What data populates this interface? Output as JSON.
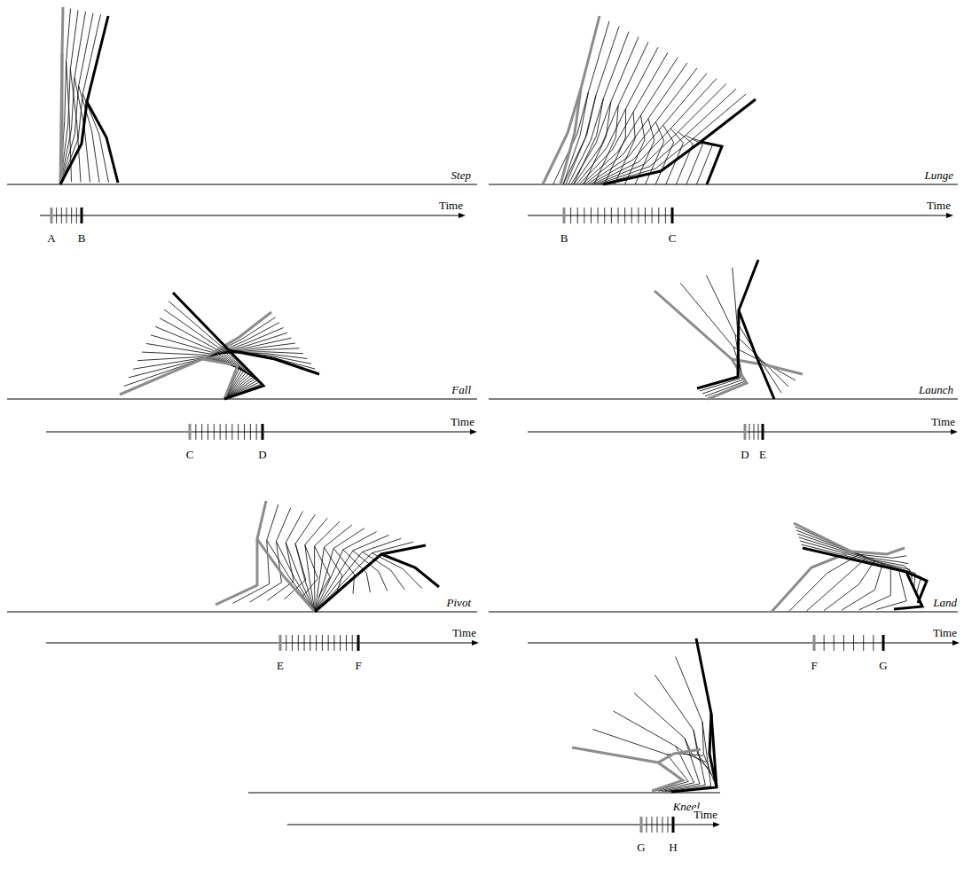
{
  "diagram": {
    "labels": [
      "Step",
      "Time",
      "A",
      "B",
      "Lunge",
      "Time",
      "B",
      "C",
      "Fall",
      "Time",
      "C",
      "D",
      "Launch",
      "Time",
      "D",
      "E",
      "Pivot",
      "Time",
      "E",
      "F",
      "Land",
      "Time",
      "F",
      "G",
      "Kneel",
      "Time",
      "G",
      "H"
    ]
  }
}
